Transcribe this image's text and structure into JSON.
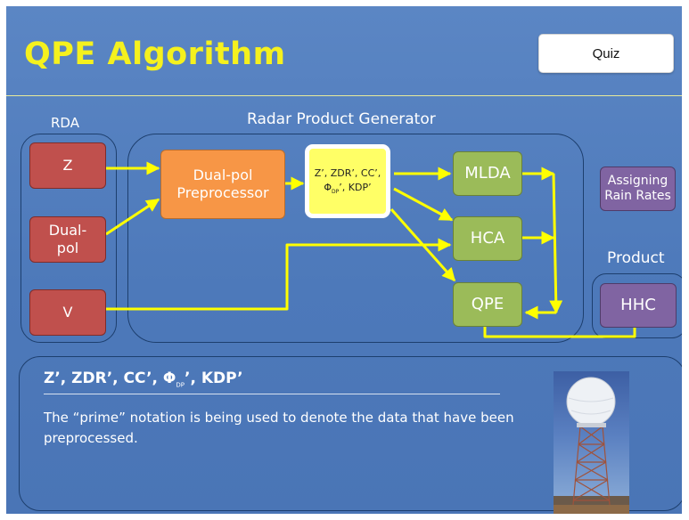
{
  "title": "QPE Algorithm",
  "quiz_label": "Quiz",
  "groups": {
    "rda": "RDA",
    "rpg": "Radar Product Generator",
    "product": "Product"
  },
  "nodes": {
    "z": "Z",
    "dualpol_1": "Dual-",
    "dualpol_2": "pol",
    "v": "V",
    "preproc_1": "Dual-pol",
    "preproc_2": "Preprocessor",
    "prime_1": "Z’, ZDR’, CC’,",
    "prime_2_phi": "Φ",
    "prime_2_sub": "DP",
    "prime_2_rest": "’, KDP’",
    "mlda": "MLDA",
    "hca": "HCA",
    "qpe": "QPE",
    "rain_1": "Assigning",
    "rain_2": "Rain Rates",
    "hhc": "HHC"
  },
  "info": {
    "heading_main": "Z’, ZDR’, CC’, Φ",
    "heading_sub": "DP",
    "heading_end": "’, KDP’",
    "body": "The “prime” notation is being used to denote the data that have been preprocessed."
  },
  "colors": {
    "background": "#4f7cbd",
    "title": "#f5f11e",
    "arrow": "#ffff00",
    "red_box": "#c0504d",
    "orange_box": "#f79646",
    "yellow_box": "#ffff66",
    "green_box": "#9bbb59",
    "purple_box": "#8064a2"
  },
  "image": "radar-tower-photo"
}
